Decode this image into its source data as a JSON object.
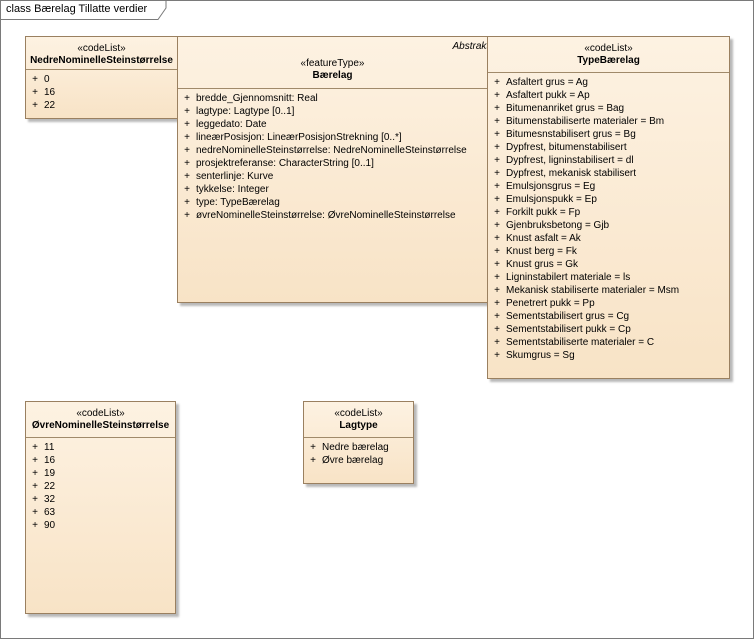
{
  "frame": {
    "title": "class Bærelag Tillatte verdier"
  },
  "classes": {
    "nedre": {
      "stereotype": "«codeList»",
      "name": "NedreNominelleSteinstørrelse",
      "visibility": "+",
      "attributes": [
        "0",
        "16",
        "22"
      ]
    },
    "baerelag": {
      "stereotype": "«featureType»",
      "name": "Bærelag",
      "superclass_label": "AbstraktBærelag",
      "visibility": "+",
      "attributes": [
        "bredde_Gjennomsnitt: Real",
        "lagtype: Lagtype [0..1]",
        "leggedato: Date",
        "lineærPosisjon: LineærPosisjonStrekning [0..*]",
        "nedreNominelleSteinstørrelse: NedreNominelleSteinstørrelse",
        "prosjektreferanse: CharacterString [0..1]",
        "senterlinje: Kurve",
        "tykkelse: Integer",
        "type: TypeBærelag",
        "øvreNominelleSteinstørrelse: ØvreNominelleSteinstørrelse"
      ]
    },
    "typebaerelag": {
      "stereotype": "«codeList»",
      "name": "TypeBærelag",
      "visibility": "+",
      "attributes": [
        "Asfaltert grus = Ag",
        "Asfaltert pukk = Ap",
        "Bitumenanriket grus = Bag",
        "Bitumenstabiliserte materialer = Bm",
        "Bitumesnstabilisert grus = Bg",
        "Dypfrest, bitumenstabilisert",
        "Dypfrest, ligninstabilisert = dl",
        "Dypfrest, mekanisk stabilisert",
        "Emulsjonsgrus = Eg",
        "Emulsjonspukk = Ep",
        "Forkilt pukk = Fp",
        "Gjenbruksbetong = Gjb",
        "Knust asfalt = Ak",
        "Knust berg = Fk",
        "Knust grus = Gk",
        "Ligninstabilert materiale = ls",
        "Mekanisk stabiliserte materialer = Msm",
        "Penetrert pukk = Pp",
        "Sementstabilisert grus = Cg",
        "Sementstabilisert pukk = Cp",
        "Sementstabiliserte materialer = C",
        "Skumgrus = Sg"
      ]
    },
    "ovre": {
      "stereotype": "«codeList»",
      "name": "ØvreNominelleSteinstørrelse",
      "visibility": "+",
      "attributes": [
        "11",
        "16",
        "19",
        "22",
        "32",
        "63",
        "90"
      ]
    },
    "lagtype": {
      "stereotype": "«codeList»",
      "name": "Lagtype",
      "visibility": "+",
      "attributes": [
        "Nedre bærelag",
        "Øvre bærelag"
      ]
    }
  }
}
